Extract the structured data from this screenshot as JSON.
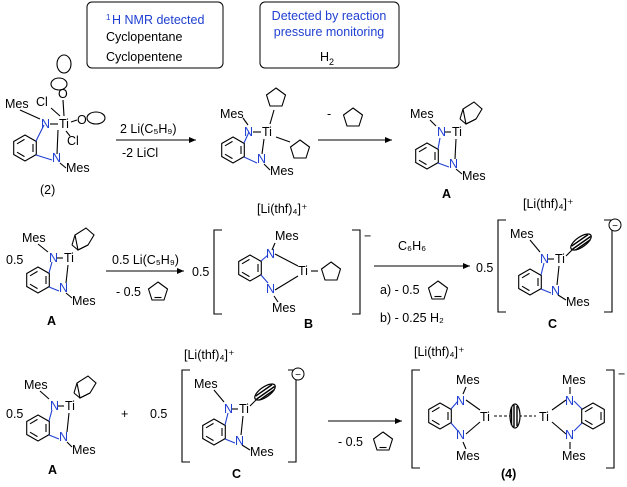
{
  "boxes": {
    "nmr": {
      "heading_sup": "1",
      "heading": "H NMR detected",
      "items": [
        "Cyclopentane",
        "Cyclopentene"
      ]
    },
    "pressure": {
      "heading_line1": "Detected by reaction",
      "heading_line2": "pressure monitoring",
      "item_base": "H",
      "item_sub": "2"
    }
  },
  "atoms": {
    "mes": "Mes",
    "ti": "Ti",
    "n": "N",
    "cl": "Cl",
    "o": "O"
  },
  "row1": {
    "reagent": "2 Li(C₅H₉)",
    "byproduct": "-2 LiCl",
    "minus": "-",
    "start_label": "(2)",
    "product_label": "A"
  },
  "row2": {
    "coef1": "0.5",
    "reagent": "0.5 Li(C₅H₉)",
    "loss": "- 0.5",
    "cation": "[Li(thf)₄]⁺",
    "minus_sign": "−",
    "coef2": "0.5",
    "solvent": "C₆H₆",
    "step_a": "a) - 0.5",
    "step_b": "b) - 0.25 H₂",
    "coef3": "0.5",
    "label_A": "A",
    "label_B": "B",
    "label_C": "C"
  },
  "row3": {
    "coef1": "0.5",
    "plus": "+",
    "coef2": "0.5",
    "cation_c": "[Li(thf)₄]⁺",
    "loss": "- 0.5",
    "cation_4": "[Li(thf)₄]⁺",
    "minus_sign": "−",
    "label_A": "A",
    "label_C": "C",
    "label_4": "(4)"
  }
}
